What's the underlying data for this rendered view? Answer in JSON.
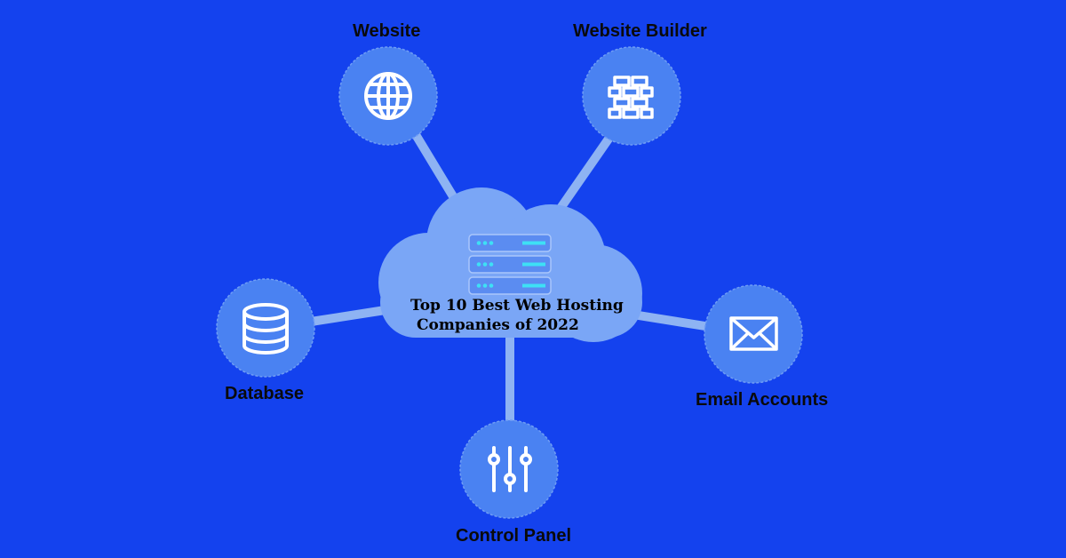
{
  "diagram": {
    "title_line1": "Top 10 Best Web Hosting",
    "title_line2": "Companies of 2022",
    "nodes": {
      "website": {
        "label": "Website",
        "icon": "globe-icon"
      },
      "website_builder": {
        "label": "Website Builder",
        "icon": "brick-wall-icon"
      },
      "database": {
        "label": "Database",
        "icon": "database-icon"
      },
      "email_accounts": {
        "label": "Email Accounts",
        "icon": "envelope-icon"
      },
      "control_panel": {
        "label": "Control Panel",
        "icon": "sliders-icon"
      }
    },
    "center_icon": "server-rack-icon"
  },
  "colors": {
    "background": "#1442ee",
    "node_fill": "#4a82f2",
    "cloud_fill": "#7aa6f6",
    "connector": "#8eb3f3",
    "server_fill": "#5b8cf1",
    "server_light": "#3ee0f5"
  }
}
